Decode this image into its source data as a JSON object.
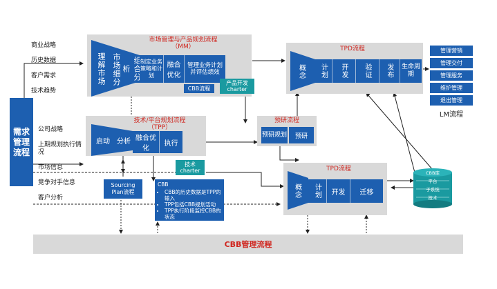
{
  "left_inputs_top": [
    "商业战略",
    "历史数据",
    "客户需求",
    "技术趋势"
  ],
  "left_inputs_mid": [
    "公司战略",
    "上期规划执行情况",
    "市场信息",
    "竞争对手信息",
    "客户分析"
  ],
  "demand_flow": "需求管理流程",
  "mm": {
    "title_line1": "市场管理与产品规划流程",
    "title_line2": "（MM）",
    "steps": [
      "理解市场",
      "市场细分",
      "组合分析",
      "制定业务策略和计划",
      "融合优化",
      "管理业务计划并评估绩效"
    ],
    "cbb_label": "CBB流程",
    "charter_line1": "产品开发",
    "charter_line2": "charter"
  },
  "tpp": {
    "title_line1": "技术/平台规划流程",
    "title_line2": "（TPP）",
    "steps": [
      "启动",
      "分析",
      "融合优化",
      "执行"
    ],
    "charter_line1": "技术",
    "charter_line2": "charter",
    "sourcing_line1": "Sourcing",
    "sourcing_line2": "Plan流程",
    "cbb_header": "CBB",
    "cbb_bullets": [
      "CBB的历史数据是TPP的输入",
      "TPP包括CBB规划活动",
      "TPP执行阶段监控CBB的状态"
    ]
  },
  "preresearch": {
    "title": "预研流程",
    "steps": [
      "预研规划",
      "预研"
    ]
  },
  "tpd_top": {
    "title": "TPD流程",
    "steps": [
      "概念",
      "计划",
      "开发",
      "验证",
      "发布",
      "生命周期"
    ]
  },
  "tpd_mid": {
    "title": "TPD流程",
    "steps": [
      "概念",
      "计划",
      "开发",
      "迁移"
    ]
  },
  "platform_stack": [
    "CBB库",
    "平台",
    "子系统",
    "技术"
  ],
  "lm": {
    "items": [
      "管理营销",
      "管理交付",
      "管理服务",
      "维护管理",
      "退出管理"
    ],
    "caption": "LM流程"
  },
  "cbb_bar": "CBB管理流程",
  "colors": {
    "blue": "#1d5fb0",
    "teal": "#1a9aa0",
    "panel": "#d9d9d9",
    "red": "#d0261f"
  }
}
